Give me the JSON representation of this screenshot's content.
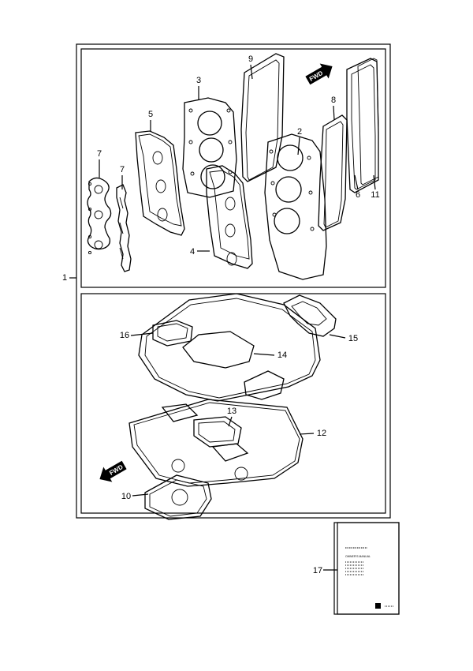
{
  "callouts": {
    "c1": "1",
    "c2": "2",
    "c3": "3",
    "c4": "4",
    "c5": "5",
    "c6": "6",
    "c7a": "7",
    "c7b": "7",
    "c8": "8",
    "c9": "9",
    "c10": "10",
    "c11": "11",
    "c12": "12",
    "c13": "13",
    "c14": "14",
    "c15": "15",
    "c16": "16",
    "c17": "17"
  },
  "direction_arrows": {
    "top": "FWD",
    "bottom": "FWD"
  },
  "manual": {
    "title": "OWNER'S MANUAL"
  }
}
